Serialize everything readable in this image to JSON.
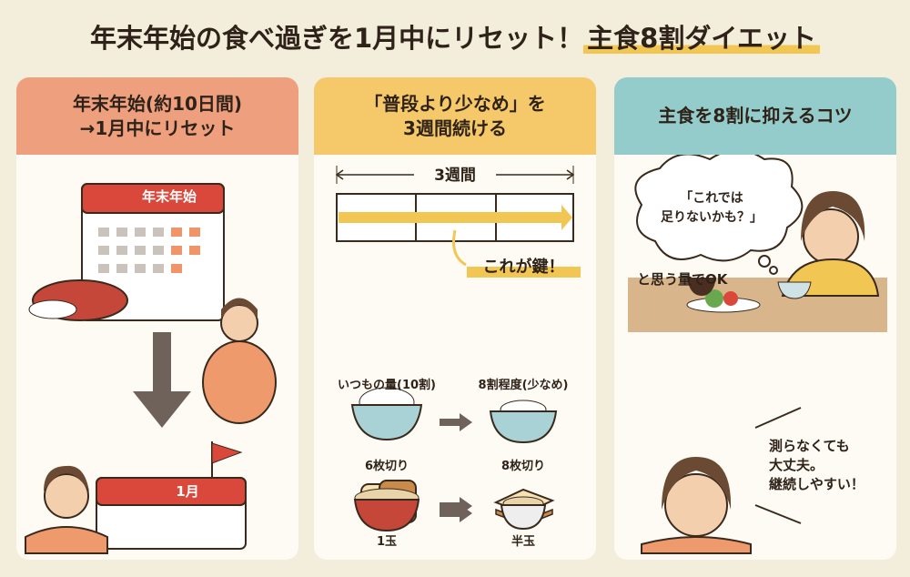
{
  "title": {
    "main": "年末年始の食べ過ぎを1月中にリセット！",
    "highlight": "主食8割ダイエット"
  },
  "colors": {
    "panel1": "#eea07e",
    "panel2": "#f5c96a",
    "panel3": "#93cccb",
    "highlight": "#f2c653"
  },
  "panel1": {
    "heading_line1": "年末年始(約10日間)",
    "heading_line2": "→1月中にリセット",
    "calendar1_label": "年末年始",
    "calendar2_label": "1月"
  },
  "panel2": {
    "heading_line1": "「普段より少なめ」を",
    "heading_line2": "3週間続ける",
    "duration_label": "3週間",
    "key_label": "これが鍵！",
    "comparisons": [
      {
        "before": "いつもの量(10割)",
        "after": "8割程度(少なめ)"
      },
      {
        "before": "6枚切り",
        "after": "8枚切り"
      },
      {
        "before": "1玉",
        "after": "半玉"
      }
    ]
  },
  "panel3": {
    "heading": "主食を8割に抑えるコツ",
    "thought_line1": "「これでは",
    "thought_line2": "足りないかも？」",
    "caption": "と思う量でOK",
    "speech_line1": "測らなくても",
    "speech_line2": "大丈夫。",
    "speech_line3": "継続しやすい！"
  }
}
